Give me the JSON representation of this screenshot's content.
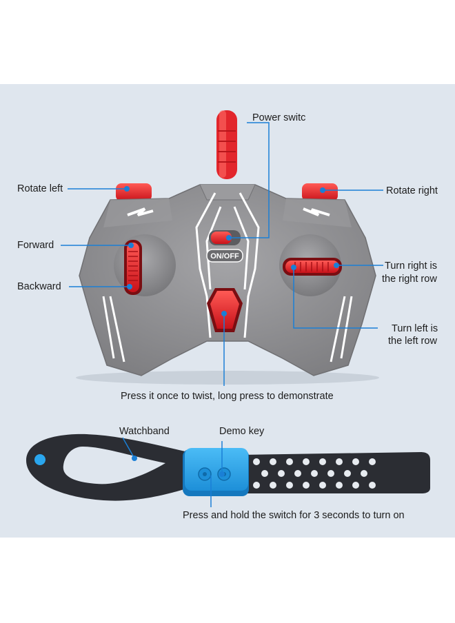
{
  "labels": {
    "power_switch": "Power switc",
    "rotate_left": "Rotate left",
    "rotate_right": "Rotate right",
    "forward": "Forward",
    "backward": "Backward",
    "turn_right_line1": "Turn right is",
    "turn_right_line2": "the right row",
    "turn_left_line1": "Turn left is",
    "turn_left_line2": "the left row",
    "twist_hint": "Press it once to twist, long press to demonstrate",
    "watchband": "Watchband",
    "demo_key": "Demo key",
    "hold_hint": "Press and hold the switch for 3 seconds to turn on"
  },
  "controller": {
    "switch_text": "ON/OFF"
  },
  "colors": {
    "background_panel": "#dfe6ee",
    "callout_line": "#1a7fd6",
    "controller_body": "#8f8f92",
    "button_red": "#e0242a",
    "watch_module": "#2aa6ee",
    "strap": "#2b2d33"
  }
}
